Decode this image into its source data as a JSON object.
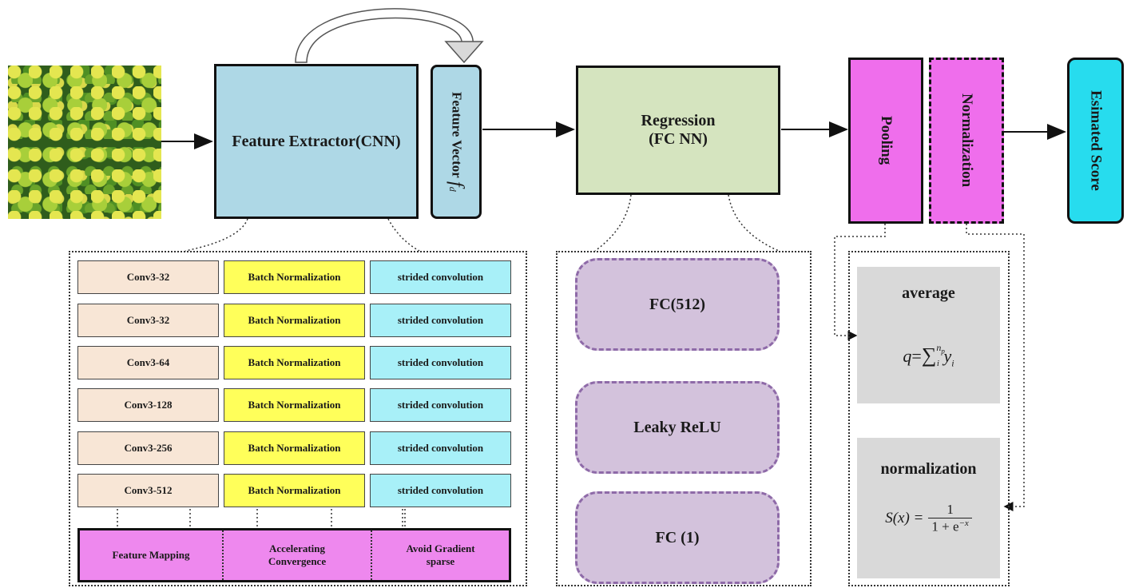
{
  "input_image": "green/yellow fruit (citrus) texture",
  "top": {
    "feature_extractor": "Feature Extractor(CNN)",
    "feature_vector": "Feature Vector",
    "feature_vector_symbol": "f",
    "feature_vector_sub": "d",
    "regression_line1": "Regression",
    "regression_line2": "(FC NN)",
    "pooling": "Pooling",
    "normalization": "Normalization",
    "estimated_score": "Esimated Score"
  },
  "cnn_layers": [
    {
      "conv": "Conv3-32",
      "bn": "Batch Normalization",
      "sc": "strided convolution"
    },
    {
      "conv": "Conv3-32",
      "bn": "Batch Normalization",
      "sc": "strided convolution"
    },
    {
      "conv": "Conv3-64",
      "bn": "Batch Normalization",
      "sc": "strided convolution"
    },
    {
      "conv": "Conv3-128",
      "bn": "Batch Normalization",
      "sc": "strided convolution"
    },
    {
      "conv": "Conv3-256",
      "bn": "Batch Normalization",
      "sc": "strided convolution"
    },
    {
      "conv": "Conv3-512",
      "bn": "Batch Normalization",
      "sc": "strided convolution"
    }
  ],
  "purposes": {
    "feature_mapping": "Feature Mapping",
    "accelerating_1": "Accelerating",
    "accelerating_2": "Convergence",
    "avoid_1": "Avoid Gradient",
    "avoid_2": "sparse"
  },
  "fc_layers": [
    "FC(512)",
    "Leaky ReLU",
    "FC (1)"
  ],
  "panels": {
    "average_title": "average",
    "normalization_title": "normalization",
    "q": "q",
    "equals": "=",
    "sum": "∑",
    "sum_sup_n": "n",
    "sum_sup_sub": "p",
    "sum_sub": "i",
    "y": "y",
    "y_sub": "i",
    "s_lhs": "S(x) =",
    "frac_num": "1",
    "frac_den": "1 + e",
    "frac_den_exp": "−x"
  },
  "colors": {
    "blue_box": "#aed8e6",
    "green_box": "#d5e4bf",
    "magenta": "#ef6eec",
    "cyan": "#27dcee",
    "conv": "#f8e6d6",
    "bn": "#ffff5a",
    "strided": "#a8f0f8",
    "purpose": "#ee88ee",
    "fc_pill": "#d3c2dc"
  }
}
